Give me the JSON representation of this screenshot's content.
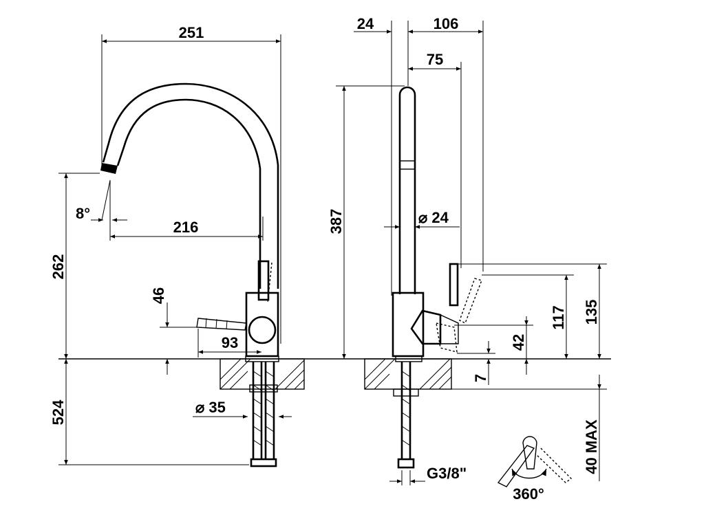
{
  "front_view": {
    "width_total": "251",
    "spout_angle": "8°",
    "spout_reach": "216",
    "spout_height": "262",
    "lever_height": "46",
    "lever_reach": "93",
    "hose_length": "524",
    "body_diameter": "⌀ 35"
  },
  "side_view": {
    "offset_left": "24",
    "offset_right": "106",
    "lever_offset": "75",
    "total_height": "387",
    "tube_diameter": "⌀ 24",
    "height_117": "117",
    "height_135": "135",
    "height_42": "42",
    "base_7": "7",
    "thread": "G3/8\"",
    "max_worktop": "40 MAX",
    "rotation": "360°"
  }
}
